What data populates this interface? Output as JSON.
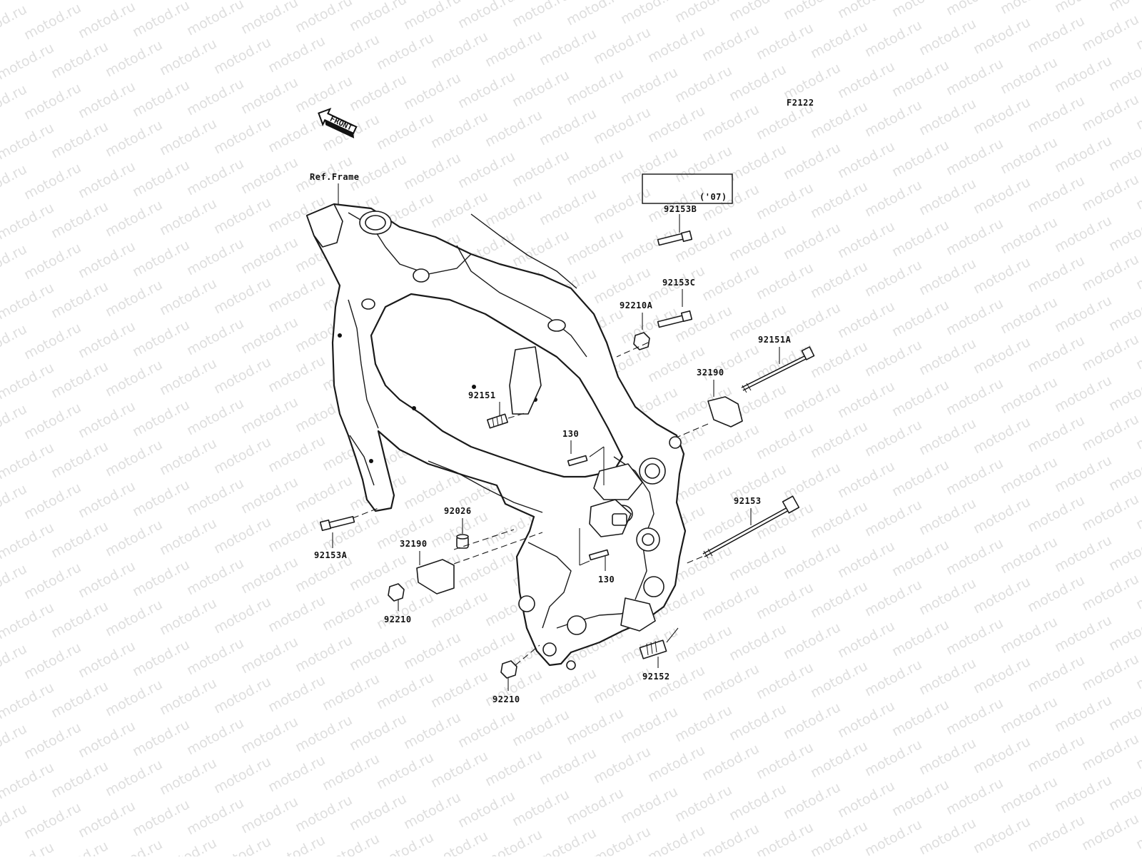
{
  "diagram": {
    "code": "F2122",
    "front_label": "FRONT",
    "ref_label": "Ref.Frame",
    "watermark": "motod.ru",
    "inset": {
      "part": "92153B",
      "note": "('07)"
    },
    "parts": {
      "p92153C": "92153C",
      "p92210A": "92210A",
      "p92151A": "92151A",
      "p32190_right": "32190",
      "p92151": "92151",
      "p130_top": "130",
      "p130_bottom": "130",
      "p92026": "92026",
      "p32190_left": "32190",
      "p92153A": "92153A",
      "p92210_left": "92210",
      "p92153": "92153",
      "p92152": "92152",
      "p92210_bottom": "92210"
    }
  }
}
